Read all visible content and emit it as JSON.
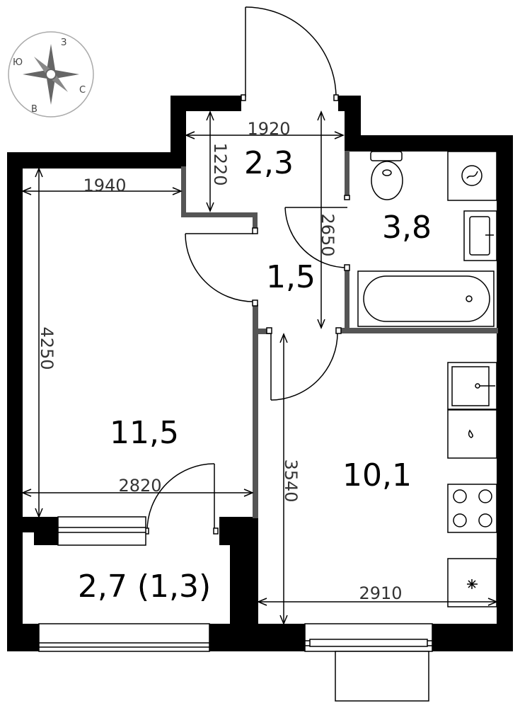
{
  "compass": {
    "north": "З",
    "east": "С",
    "south": "В",
    "west": "Ю"
  },
  "rooms": {
    "hall_upper": "2,3",
    "bathroom": "3,8",
    "hall_lower": "1,5",
    "bedroom": "11,5",
    "kitchen": "10,1",
    "balcony": "2,7 (1,3)"
  },
  "dimensions": {
    "hall_width": "1920",
    "hall_depth": "1220",
    "hall_length": "2650",
    "bedroom_width": "1940",
    "bedroom_length": "4250",
    "bedroom_full_width": "2820",
    "kitchen_length": "3540",
    "kitchen_width": "2910"
  },
  "colors": {
    "wall": "#000000",
    "partition": "#555555",
    "line": "#000000",
    "dimension": "#333333"
  }
}
